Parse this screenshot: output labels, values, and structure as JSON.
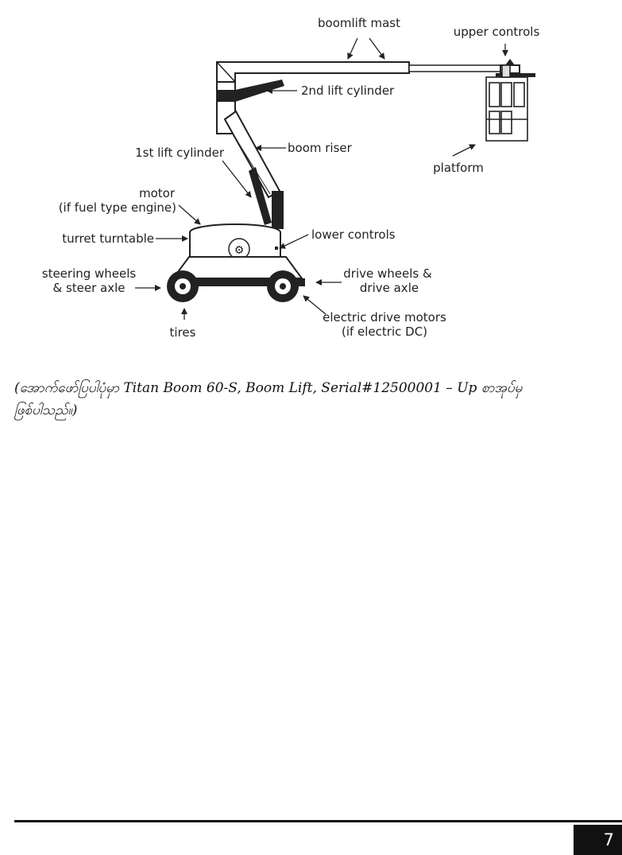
{
  "diagram": {
    "labels": {
      "boomlift_mast": "boomlift mast",
      "upper_controls": "upper controls",
      "lift_cylinder_2": "2nd lift cylinder",
      "boom_riser": "boom riser",
      "lift_cylinder_1": "1st lift cylinder",
      "platform": "platform",
      "motor_line1": "motor",
      "motor_line2": "(if fuel type engine)",
      "turret_turntable": "turret turntable",
      "lower_controls": "lower controls",
      "steering_line1": "steering wheels",
      "steering_line2": "& steer axle",
      "drive_line1": "drive wheels &",
      "drive_line2": "drive axle",
      "tires": "tires",
      "electric_line1": "electric drive motors",
      "electric_line2": "(if electric DC)"
    }
  },
  "caption": {
    "line1": "(အောက်ဖော်ပြပါပုံမှာ Titan Boom 60-S, Boom Lift, Serial#12500001 – Up စာအုပ်မှ",
    "line2": "ဖြစ်ပါသည်။)"
  },
  "footer": {
    "page_number": "7"
  }
}
